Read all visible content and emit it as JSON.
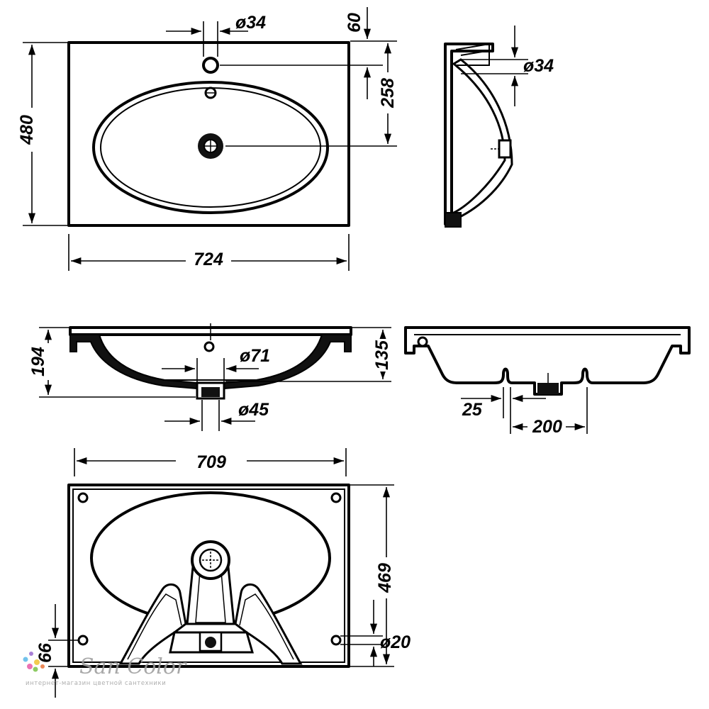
{
  "dimensions": {
    "top_view": {
      "height": "480",
      "width": "724",
      "tap_hole_diameter": "ø34",
      "tap_offset": "60",
      "tap_to_drain": "258"
    },
    "side_view": {
      "overflow_diameter": "ø34"
    },
    "front_section": {
      "height": "194",
      "bowl_depth": "135",
      "bowl_drain_diameter": "ø71",
      "drain_outlet_diameter": "ø45"
    },
    "side_section": {
      "offset": "25",
      "width": "200"
    },
    "bottom_view": {
      "width": "709",
      "depth": "469",
      "mount_hole_diameter": "ø20",
      "hole_offset": "66"
    }
  },
  "watermark": {
    "brand": "San Color",
    "tagline": "интернет-магазин цветной сантехники"
  }
}
